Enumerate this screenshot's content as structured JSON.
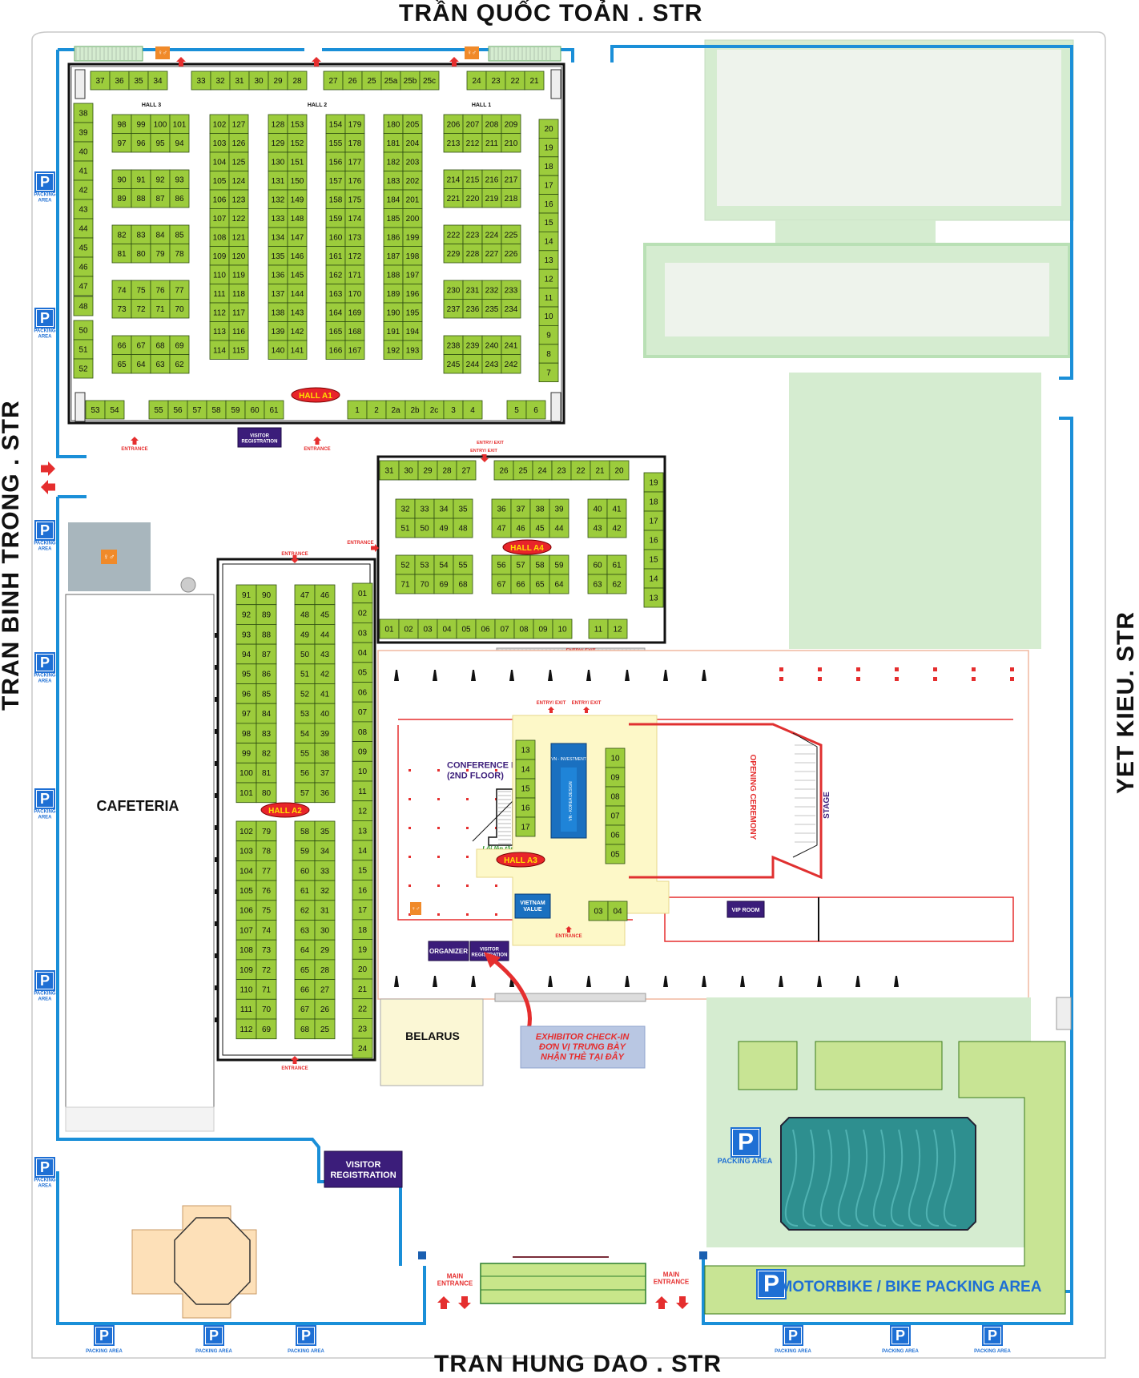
{
  "streets": {
    "top": "TRẦN QUỐC TOẢN . STR",
    "left": "TRAN BINH TRONG . STR",
    "right": "YET KIEU. STR",
    "bottom": "TRAN HUNG DAO . STR"
  },
  "colors": {
    "booth": "#9ccc3c",
    "booth_border": "#2e4d12",
    "wall": "#1a8fd8",
    "parking": "#1e6fd4",
    "hall_badge": "#e8242a",
    "hall_badge_text": "#ffe100",
    "purple_box": "#3b1d7a",
    "red": "#e52e2e",
    "light_green": "#d5ecd0",
    "lawn": "#c8e494",
    "pool": "#2e8f8f"
  },
  "labels": {
    "parking": "PACKING AREA",
    "parking_split": "PACKING\nAREA",
    "parking_icon": "P",
    "entrance": "ENTRANCE",
    "entry_exit": "ENTRY/ EXIT",
    "visitor_registration": "VISITOR\nREGISTRATION",
    "visitor_registration_small": "VISITOR\nREGISTRATION",
    "cafeteria": "CAFETERIA",
    "belarus": "BELARUS",
    "conference_room": "CONFERENCE ROOM\n(2ND FLOOR)",
    "opening_ceremony": "OPENING CEREMONY",
    "stage": "STAGE",
    "vip_room": "VIP ROOM",
    "organizer": "ORGANIZER",
    "vietnam_value": "VIETNAM\nVALUE",
    "vn_investment": "VN - INVESTMENT",
    "vn_korea_design": "VN - KOREA DESIGN",
    "stairs_note": "Lối lên tầng 2",
    "exhibitor_checkin": "EXHIBITOR CHECK-IN\nĐƠN VỊ TRƯNG BÀY\nNHẬN THẺ TẠI ĐÂY",
    "main_entrance": "MAIN\nENTRANCE",
    "motorbike_parking": "MOTORBIKE / BIKE PACKING AREA",
    "hall_a1": "HALL A1",
    "hall_a2": "HALL A2",
    "hall_a3": "HALL A3",
    "hall_a4": "HALL A4",
    "hall1": "HALL 1",
    "hall2": "HALL 2",
    "hall3": "HALL 3"
  },
  "booths": {
    "a1_top": [
      "37",
      "36",
      "35",
      "34",
      "33",
      "32",
      "31",
      "30",
      "29",
      "28",
      "27",
      "26",
      "25",
      "25a",
      "25b",
      "25c",
      "24",
      "23",
      "22",
      "21"
    ],
    "a1_left": [
      "38",
      "39",
      "40",
      "41",
      "42",
      "43",
      "44",
      "45",
      "46",
      "47",
      "48",
      "50",
      "51",
      "52"
    ],
    "a1_right": [
      "20",
      "19",
      "18",
      "17",
      "16",
      "15",
      "14",
      "13",
      "12",
      "11",
      "10",
      "9",
      "8",
      "7"
    ],
    "a1_bottom_left": [
      "53",
      "54"
    ],
    "a1_bottom_mid": [
      "55",
      "56",
      "57",
      "58",
      "59",
      "60",
      "61"
    ],
    "a1_bottom_right": [
      "1",
      "2",
      "2a",
      "2b",
      "2c",
      "3",
      "4"
    ],
    "a1_bottom_far": [
      "5",
      "6"
    ],
    "a1_b1": [
      [
        "98",
        "99",
        "100",
        "101"
      ],
      [
        "97",
        "96",
        "95",
        "94"
      ],
      [
        "90",
        "91",
        "92",
        "93"
      ],
      [
        "89",
        "88",
        "87",
        "86"
      ],
      [
        "82",
        "83",
        "84",
        "85"
      ],
      [
        "81",
        "80",
        "79",
        "78"
      ],
      [
        "74",
        "75",
        "76",
        "77"
      ],
      [
        "73",
        "72",
        "71",
        "70"
      ],
      [
        "66",
        "67",
        "68",
        "69"
      ],
      [
        "65",
        "64",
        "63",
        "62"
      ]
    ],
    "a1_b2": [
      [
        "102",
        "127"
      ],
      [
        "103",
        "126"
      ],
      [
        "104",
        "125"
      ],
      [
        "105",
        "124"
      ],
      [
        "106",
        "123"
      ],
      [
        "107",
        "122"
      ],
      [
        "108",
        "121"
      ],
      [
        "109",
        "120"
      ],
      [
        "110",
        "119"
      ],
      [
        "111",
        "118"
      ],
      [
        "112",
        "117"
      ],
      [
        "113",
        "116"
      ],
      [
        "114",
        "115"
      ]
    ],
    "a1_b3": [
      [
        "128",
        "153"
      ],
      [
        "129",
        "152"
      ],
      [
        "130",
        "151"
      ],
      [
        "131",
        "150"
      ],
      [
        "132",
        "149"
      ],
      [
        "133",
        "148"
      ],
      [
        "134",
        "147"
      ],
      [
        "135",
        "146"
      ],
      [
        "136",
        "145"
      ],
      [
        "137",
        "144"
      ],
      [
        "138",
        "143"
      ],
      [
        "139",
        "142"
      ],
      [
        "140",
        "141"
      ]
    ],
    "a1_b4": [
      [
        "154",
        "179"
      ],
      [
        "155",
        "178"
      ],
      [
        "156",
        "177"
      ],
      [
        "157",
        "176"
      ],
      [
        "158",
        "175"
      ],
      [
        "159",
        "174"
      ],
      [
        "160",
        "173"
      ],
      [
        "161",
        "172"
      ],
      [
        "162",
        "171"
      ],
      [
        "163",
        "170"
      ],
      [
        "164",
        "169"
      ],
      [
        "165",
        "168"
      ],
      [
        "166",
        "167"
      ]
    ],
    "a1_b5": [
      [
        "180",
        "205"
      ],
      [
        "181",
        "204"
      ],
      [
        "182",
        "203"
      ],
      [
        "183",
        "202"
      ],
      [
        "184",
        "201"
      ],
      [
        "185",
        "200"
      ],
      [
        "186",
        "199"
      ],
      [
        "187",
        "198"
      ],
      [
        "188",
        "197"
      ],
      [
        "189",
        "196"
      ],
      [
        "190",
        "195"
      ],
      [
        "191",
        "194"
      ],
      [
        "192",
        "193"
      ]
    ],
    "a1_b6": [
      [
        "206",
        "207",
        "208",
        "209"
      ],
      [
        "213",
        "212",
        "211",
        "210"
      ],
      [
        "214",
        "215",
        "216",
        "217"
      ],
      [
        "221",
        "220",
        "219",
        "218"
      ],
      [
        "222",
        "223",
        "224",
        "225"
      ],
      [
        "229",
        "228",
        "227",
        "226"
      ],
      [
        "230",
        "231",
        "232",
        "233"
      ],
      [
        "237",
        "236",
        "235",
        "234"
      ],
      [
        "238",
        "239",
        "240",
        "241"
      ],
      [
        "245",
        "244",
        "243",
        "242"
      ]
    ],
    "a4_top": [
      "31",
      "30",
      "29",
      "28",
      "27",
      "26",
      "25",
      "24",
      "23",
      "22",
      "21",
      "20"
    ],
    "a4_right": [
      "19",
      "18",
      "17",
      "16",
      "15",
      "14",
      "13"
    ],
    "a4_bottom": [
      "01",
      "02",
      "03",
      "04",
      "05",
      "06",
      "07",
      "08",
      "09",
      "10",
      "11",
      "12"
    ],
    "a4_g1": [
      [
        "32",
        "33",
        "34",
        "35"
      ],
      [
        "51",
        "50",
        "49",
        "48"
      ],
      [
        "52",
        "53",
        "54",
        "55"
      ],
      [
        "71",
        "70",
        "69",
        "68"
      ]
    ],
    "a4_g2": [
      [
        "36",
        "37",
        "38",
        "39"
      ],
      [
        "47",
        "46",
        "45",
        "44"
      ],
      [
        "56",
        "57",
        "58",
        "59"
      ],
      [
        "67",
        "66",
        "65",
        "64"
      ]
    ],
    "a4_g3": [
      [
        "40",
        "41"
      ],
      [
        "43",
        "42"
      ],
      [
        "60",
        "61"
      ],
      [
        "63",
        "62"
      ]
    ],
    "a2_c1": [
      [
        "91",
        "90"
      ],
      [
        "92",
        "89"
      ],
      [
        "93",
        "88"
      ],
      [
        "94",
        "87"
      ],
      [
        "95",
        "86"
      ],
      [
        "96",
        "85"
      ],
      [
        "97",
        "84"
      ],
      [
        "98",
        "83"
      ],
      [
        "99",
        "82"
      ],
      [
        "100",
        "81"
      ],
      [
        "101",
        "80"
      ]
    ],
    "a2_c1b": [
      [
        "102",
        "79"
      ],
      [
        "103",
        "78"
      ],
      [
        "104",
        "77"
      ],
      [
        "105",
        "76"
      ],
      [
        "106",
        "75"
      ],
      [
        "107",
        "74"
      ],
      [
        "108",
        "73"
      ],
      [
        "109",
        "72"
      ],
      [
        "110",
        "71"
      ],
      [
        "111",
        "70"
      ],
      [
        "112",
        "69"
      ]
    ],
    "a2_c2": [
      [
        "47",
        "46"
      ],
      [
        "48",
        "45"
      ],
      [
        "49",
        "44"
      ],
      [
        "50",
        "43"
      ],
      [
        "51",
        "42"
      ],
      [
        "52",
        "41"
      ],
      [
        "53",
        "40"
      ],
      [
        "54",
        "39"
      ],
      [
        "55",
        "38"
      ],
      [
        "56",
        "37"
      ],
      [
        "57",
        "36"
      ]
    ],
    "a2_c2b": [
      [
        "58",
        "35"
      ],
      [
        "59",
        "34"
      ],
      [
        "60",
        "33"
      ],
      [
        "61",
        "32"
      ],
      [
        "62",
        "31"
      ],
      [
        "63",
        "30"
      ],
      [
        "64",
        "29"
      ],
      [
        "65",
        "28"
      ],
      [
        "66",
        "27"
      ],
      [
        "67",
        "26"
      ],
      [
        "68",
        "25"
      ]
    ],
    "a2_right": [
      "01",
      "02",
      "03",
      "04",
      "05",
      "06",
      "07",
      "08",
      "09",
      "10",
      "11",
      "12",
      "13",
      "14",
      "15",
      "16",
      "17",
      "18",
      "19",
      "20",
      "21",
      "22",
      "23",
      "24"
    ],
    "a3_left": [
      "13",
      "14",
      "15",
      "16",
      "17"
    ],
    "a3_right": [
      "10",
      "09",
      "08",
      "07",
      "06",
      "05"
    ],
    "a3_bottom": [
      "03",
      "04"
    ]
  }
}
